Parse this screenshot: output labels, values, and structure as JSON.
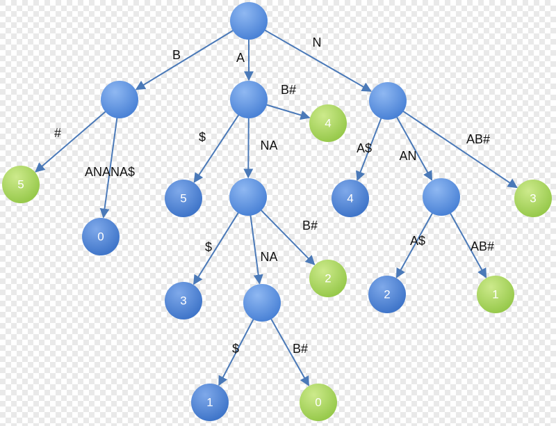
{
  "colors": {
    "edge": "#4a79b8",
    "internal_fill": "#5b93e2",
    "leaf_blue_fill": "#4f86d8",
    "leaf_green_fill": "#a6d55a",
    "checker_light": "#ffffff",
    "checker_dark": "#e9e9e9"
  },
  "diagram": {
    "nodes": [
      {
        "id": "root",
        "kind": "internal",
        "label": ""
      },
      {
        "id": "b",
        "kind": "internal",
        "label": ""
      },
      {
        "id": "a",
        "kind": "internal",
        "label": ""
      },
      {
        "id": "n",
        "kind": "internal",
        "label": ""
      },
      {
        "id": "b_hash",
        "kind": "leaf-green",
        "label": "5"
      },
      {
        "id": "b_anana",
        "kind": "leaf-blue",
        "label": "0"
      },
      {
        "id": "a_dollar",
        "kind": "leaf-blue",
        "label": "5"
      },
      {
        "id": "a_bhash",
        "kind": "leaf-green",
        "label": "4"
      },
      {
        "id": "ana",
        "kind": "internal",
        "label": ""
      },
      {
        "id": "ana_dollar",
        "kind": "leaf-blue",
        "label": "3"
      },
      {
        "id": "ana_bhash",
        "kind": "leaf-green",
        "label": "2"
      },
      {
        "id": "anana",
        "kind": "internal",
        "label": ""
      },
      {
        "id": "anana_dollar",
        "kind": "leaf-blue",
        "label": "1"
      },
      {
        "id": "anana_bhash",
        "kind": "leaf-green",
        "label": "0"
      },
      {
        "id": "n_adollar",
        "kind": "leaf-blue",
        "label": "4"
      },
      {
        "id": "nan",
        "kind": "internal",
        "label": ""
      },
      {
        "id": "n_abhash",
        "kind": "leaf-green",
        "label": "3"
      },
      {
        "id": "nan_adollar",
        "kind": "leaf-blue",
        "label": "2"
      },
      {
        "id": "nan_abhash",
        "kind": "leaf-green",
        "label": "1"
      }
    ],
    "edges": [
      {
        "from": "root",
        "to": "b",
        "label": "B"
      },
      {
        "from": "root",
        "to": "a",
        "label": "A"
      },
      {
        "from": "root",
        "to": "n",
        "label": "N"
      },
      {
        "from": "b",
        "to": "b_hash",
        "label": "#"
      },
      {
        "from": "b",
        "to": "b_anana",
        "label": "ANANA$"
      },
      {
        "from": "a",
        "to": "a_dollar",
        "label": "$"
      },
      {
        "from": "a",
        "to": "ana",
        "label": "NA"
      },
      {
        "from": "a",
        "to": "a_bhash",
        "label": "B#"
      },
      {
        "from": "ana",
        "to": "ana_dollar",
        "label": "$"
      },
      {
        "from": "ana",
        "to": "anana",
        "label": "NA"
      },
      {
        "from": "ana",
        "to": "ana_bhash",
        "label": "B#"
      },
      {
        "from": "anana",
        "to": "anana_dollar",
        "label": "$"
      },
      {
        "from": "anana",
        "to": "anana_bhash",
        "label": "B#"
      },
      {
        "from": "n",
        "to": "n_adollar",
        "label": "A$"
      },
      {
        "from": "n",
        "to": "nan",
        "label": "AN"
      },
      {
        "from": "n",
        "to": "n_abhash",
        "label": "AB#"
      },
      {
        "from": "nan",
        "to": "nan_adollar",
        "label": "A$"
      },
      {
        "from": "nan",
        "to": "nan_abhash",
        "label": "AB#"
      }
    ]
  }
}
